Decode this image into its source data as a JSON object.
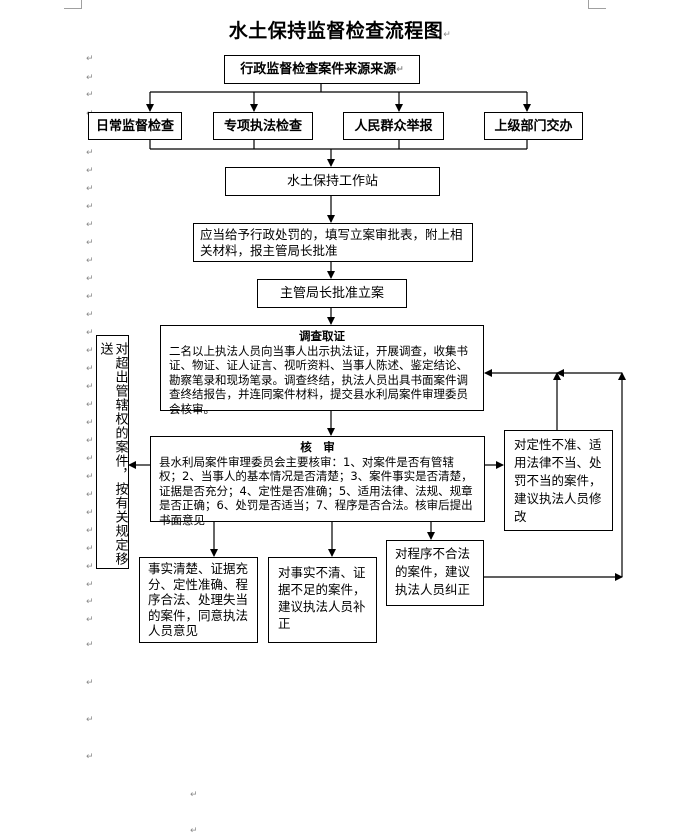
{
  "document": {
    "title": "水土保持监督检查流程图",
    "paragraph_mark": "↵"
  },
  "flowchart": {
    "source": "行政监督检查案件来源来源",
    "source_types": [
      "日常监督检查",
      "专项执法检查",
      "人民群众举报",
      "上级部门交办"
    ],
    "station": "水土保持工作站",
    "filing_request": "应当给予行政处罚的，填写立案审批表，附上相关材料，报主管局长批准",
    "approval": "主管局长批准立案",
    "investigation": {
      "heading": "调查取证",
      "body": "二名以上执法人员向当事人出示执法证，开展调查，收集书证、物证、证人证言、视听资料、当事人陈述、鉴定结论、勘察笔录和现场笔录。调查终结，执法人员出具书面案件调查终结报告，并连同案件材料，提交县水利局案件审理委员会核审。"
    },
    "review": {
      "heading": "核　审",
      "body": "县水利局案件审理委员会主要核审：1、对案件是否有管辖权；2、当事人的基本情况是否清楚；3、案件事实是否清楚，证据是否充分；4、定性是否准确；5、适用法律、法规、规章是否正确；6、处罚是否适当；7、程序是否合法。核审后提出书面意见"
    },
    "transfer": "对超出管辖权的案件，按有关规定移送",
    "outcome_agree": "事实清楚、证据充分、定性准确、程序合法、处理失当的案件，同意执法人员意见",
    "outcome_supplement": "对事实不清、证据不足的案件，建议执法人员补正",
    "outcome_procedure": "对程序不合法的案件，建议执法人员纠正",
    "outcome_modify": "对定性不准、适用法律不当、处罚不当的案件，建议执法人员修改"
  }
}
